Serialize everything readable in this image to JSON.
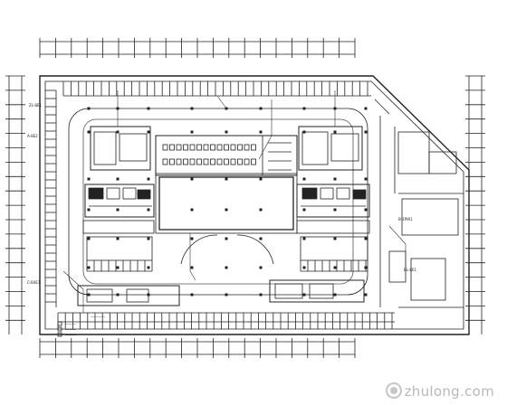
{
  "drawing": {
    "type": "architectural floor plan (electrical layout)",
    "text_labels": [
      "ZL-8E1",
      "A-8E2",
      "C-B4E1",
      "B-1PW1",
      "BL-8E1"
    ],
    "legend_lines": [
      "———",
      "———",
      "———"
    ],
    "note": "————",
    "watermark": "zhulong.com"
  }
}
